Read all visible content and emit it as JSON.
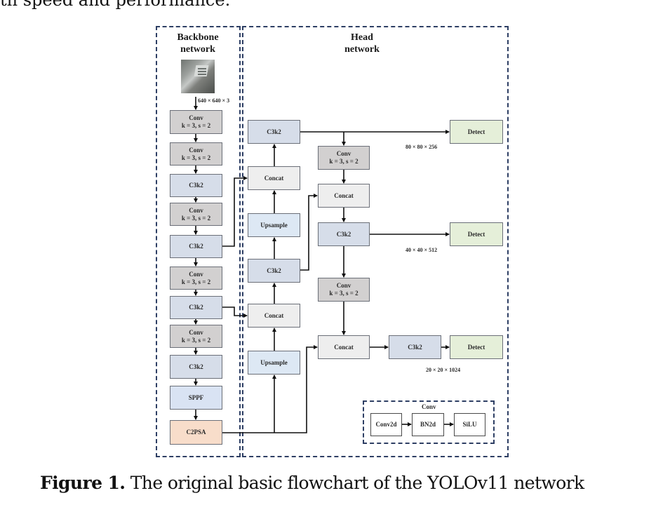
{
  "intro_text": "th speed and performance.",
  "figure": {
    "backbone": {
      "title": "Backbone\nnetwork",
      "input_image": "aerial-photo-thumbnail",
      "input_dim": "640 × 640 × 3",
      "blocks": [
        {
          "type": "conv",
          "label": "Conv\nk = 3, s = 2"
        },
        {
          "type": "conv",
          "label": "Conv\nk = 3, s = 2"
        },
        {
          "type": "c3k2",
          "label": "C3k2"
        },
        {
          "type": "conv",
          "label": "Conv\nk = 3, s = 2"
        },
        {
          "type": "c3k2",
          "label": "C3k2"
        },
        {
          "type": "conv",
          "label": "Conv\nk = 3, s = 2"
        },
        {
          "type": "c3k2",
          "label": "C3k2"
        },
        {
          "type": "conv",
          "label": "Conv\nk = 3, s = 2"
        },
        {
          "type": "c3k2",
          "label": "C3k2"
        },
        {
          "type": "sppf",
          "label": "SPPF"
        },
        {
          "type": "c2psa",
          "label": "C2PSA"
        }
      ]
    },
    "head": {
      "title": "Head\nnetwork",
      "column1": [
        {
          "type": "c3k2",
          "label": "C3k2"
        },
        {
          "type": "concat",
          "label": "Concat"
        },
        {
          "type": "upsample",
          "label": "Upsample"
        },
        {
          "type": "c3k2",
          "label": "C3k2"
        },
        {
          "type": "concat",
          "label": "Concat"
        },
        {
          "type": "upsample",
          "label": "Upsample"
        }
      ],
      "column2": [
        {
          "type": "conv",
          "label": "Conv\nk = 3, s = 2"
        },
        {
          "type": "concat",
          "label": "Concat"
        },
        {
          "type": "c3k2",
          "label": "C3k2"
        },
        {
          "type": "conv",
          "label": "Conv\nk = 3, s = 2"
        },
        {
          "type": "concat",
          "label": "Concat"
        }
      ],
      "c3k2_bottom": {
        "type": "c3k2",
        "label": "C3k2"
      },
      "detect": [
        {
          "label": "Detect",
          "dim": "80 × 80 ×  256"
        },
        {
          "label": "Detect",
          "dim": "40 × 40 ×  512"
        },
        {
          "label": "Detect",
          "dim": "20 × 20 ×  1024"
        }
      ],
      "conv_legend": {
        "title": "Conv",
        "steps": [
          "Conv2d",
          "BN2d",
          "SiLU"
        ]
      }
    }
  },
  "caption": {
    "label": "Figure 1.",
    "text": " The original basic flowchart of the YOLOv11 network"
  },
  "colors": {
    "conv": "#d2d0d0",
    "c3k2": "#d6dde9",
    "concat": "#eeeeee",
    "upsample": "#dde8f4",
    "sppf": "#d9e3f3",
    "c2psa": "#f8ddca",
    "detect": "#e5efd9",
    "dashed_border": "#2e3f64"
  }
}
